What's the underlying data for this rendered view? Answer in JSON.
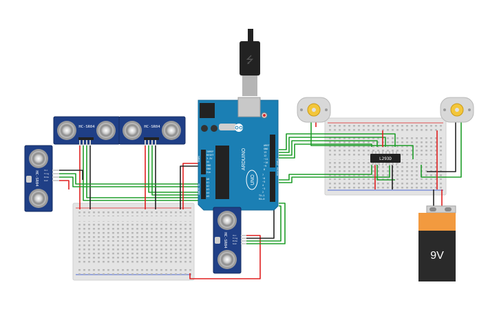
{
  "sensors": {
    "model_label": "HC-SR04",
    "pin_labels": [
      "Vcc",
      "Trig",
      "Echo",
      "Gnd"
    ]
  },
  "arduino": {
    "logo_text": "UNO",
    "brand_text": "ARDUINO",
    "header_top": [
      "AREF",
      "GND",
      "13",
      "12",
      "~11",
      "~10",
      "~9",
      "8"
    ],
    "header_top2": [
      "7",
      "~6",
      "~5",
      "4",
      "~3",
      "2",
      "TX→1",
      "RX←0"
    ],
    "header_power": [
      "IOREF",
      "RESET",
      "3.3V",
      "5V",
      "GND",
      "GND",
      "Vin"
    ],
    "header_analog": [
      "A0",
      "A1",
      "A2",
      "A3",
      "A4",
      "A5"
    ],
    "side_labels": [
      "POWER",
      "ANALOG IN",
      "DIGITAL (PWM~)"
    ]
  },
  "driver_chip": {
    "label": "L293D"
  },
  "battery": {
    "label": "9V"
  },
  "colors": {
    "wire_green": "#1f9d2a",
    "wire_red": "#e01f1f",
    "wire_black": "#222222",
    "sensor_blue": "#1f3f86",
    "arduino_blue": "#1b7fb4",
    "battery_orange": "#f29a3f"
  }
}
